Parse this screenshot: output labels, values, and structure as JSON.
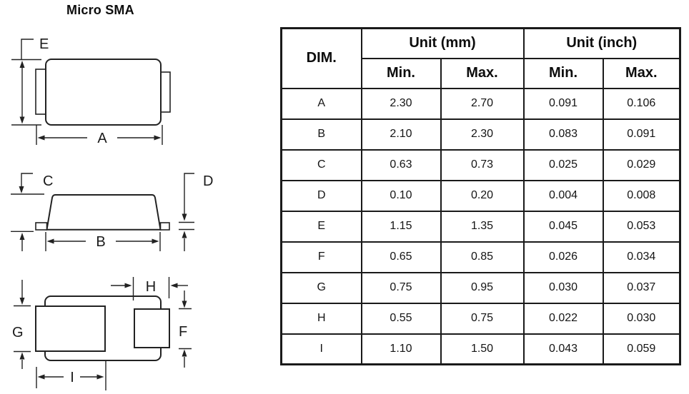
{
  "title": "Micro SMA",
  "colors": {
    "line": "#222222",
    "text": "#111111",
    "border": "#1a1a1a",
    "background": "#ffffff"
  },
  "table": {
    "dim_header": "DIM.",
    "unit_mm_header": "Unit (mm)",
    "unit_inch_header": "Unit (inch)",
    "mm_min_header": "Min.",
    "mm_max_header": "Max.",
    "inch_min_header": "Min.",
    "inch_max_header": "Max.",
    "rows": [
      {
        "dim": "A",
        "mm_min": "2.30",
        "mm_max": "2.70",
        "inch_min": "0.091",
        "inch_max": "0.106"
      },
      {
        "dim": "B",
        "mm_min": "2.10",
        "mm_max": "2.30",
        "inch_min": "0.083",
        "inch_max": "0.091"
      },
      {
        "dim": "C",
        "mm_min": "0.63",
        "mm_max": "0.73",
        "inch_min": "0.025",
        "inch_max": "0.029"
      },
      {
        "dim": "D",
        "mm_min": "0.10",
        "mm_max": "0.20",
        "inch_min": "0.004",
        "inch_max": "0.008"
      },
      {
        "dim": "E",
        "mm_min": "1.15",
        "mm_max": "1.35",
        "inch_min": "0.045",
        "inch_max": "0.053"
      },
      {
        "dim": "F",
        "mm_min": "0.65",
        "mm_max": "0.85",
        "inch_min": "0.026",
        "inch_max": "0.034"
      },
      {
        "dim": "G",
        "mm_min": "0.75",
        "mm_max": "0.95",
        "inch_min": "0.030",
        "inch_max": "0.037"
      },
      {
        "dim": "H",
        "mm_min": "0.55",
        "mm_max": "0.75",
        "inch_min": "0.022",
        "inch_max": "0.030"
      },
      {
        "dim": "I",
        "mm_min": "1.10",
        "mm_max": "1.50",
        "inch_min": "0.043",
        "inch_max": "0.059"
      }
    ]
  },
  "drawings": {
    "top_view": {
      "dim_e": "E",
      "dim_a": "A"
    },
    "side_view": {
      "dim_c": "C",
      "dim_d": "D",
      "dim_b": "B"
    },
    "bottom_view": {
      "dim_h": "H",
      "dim_g": "G",
      "dim_f": "F",
      "dim_i": "I"
    }
  }
}
